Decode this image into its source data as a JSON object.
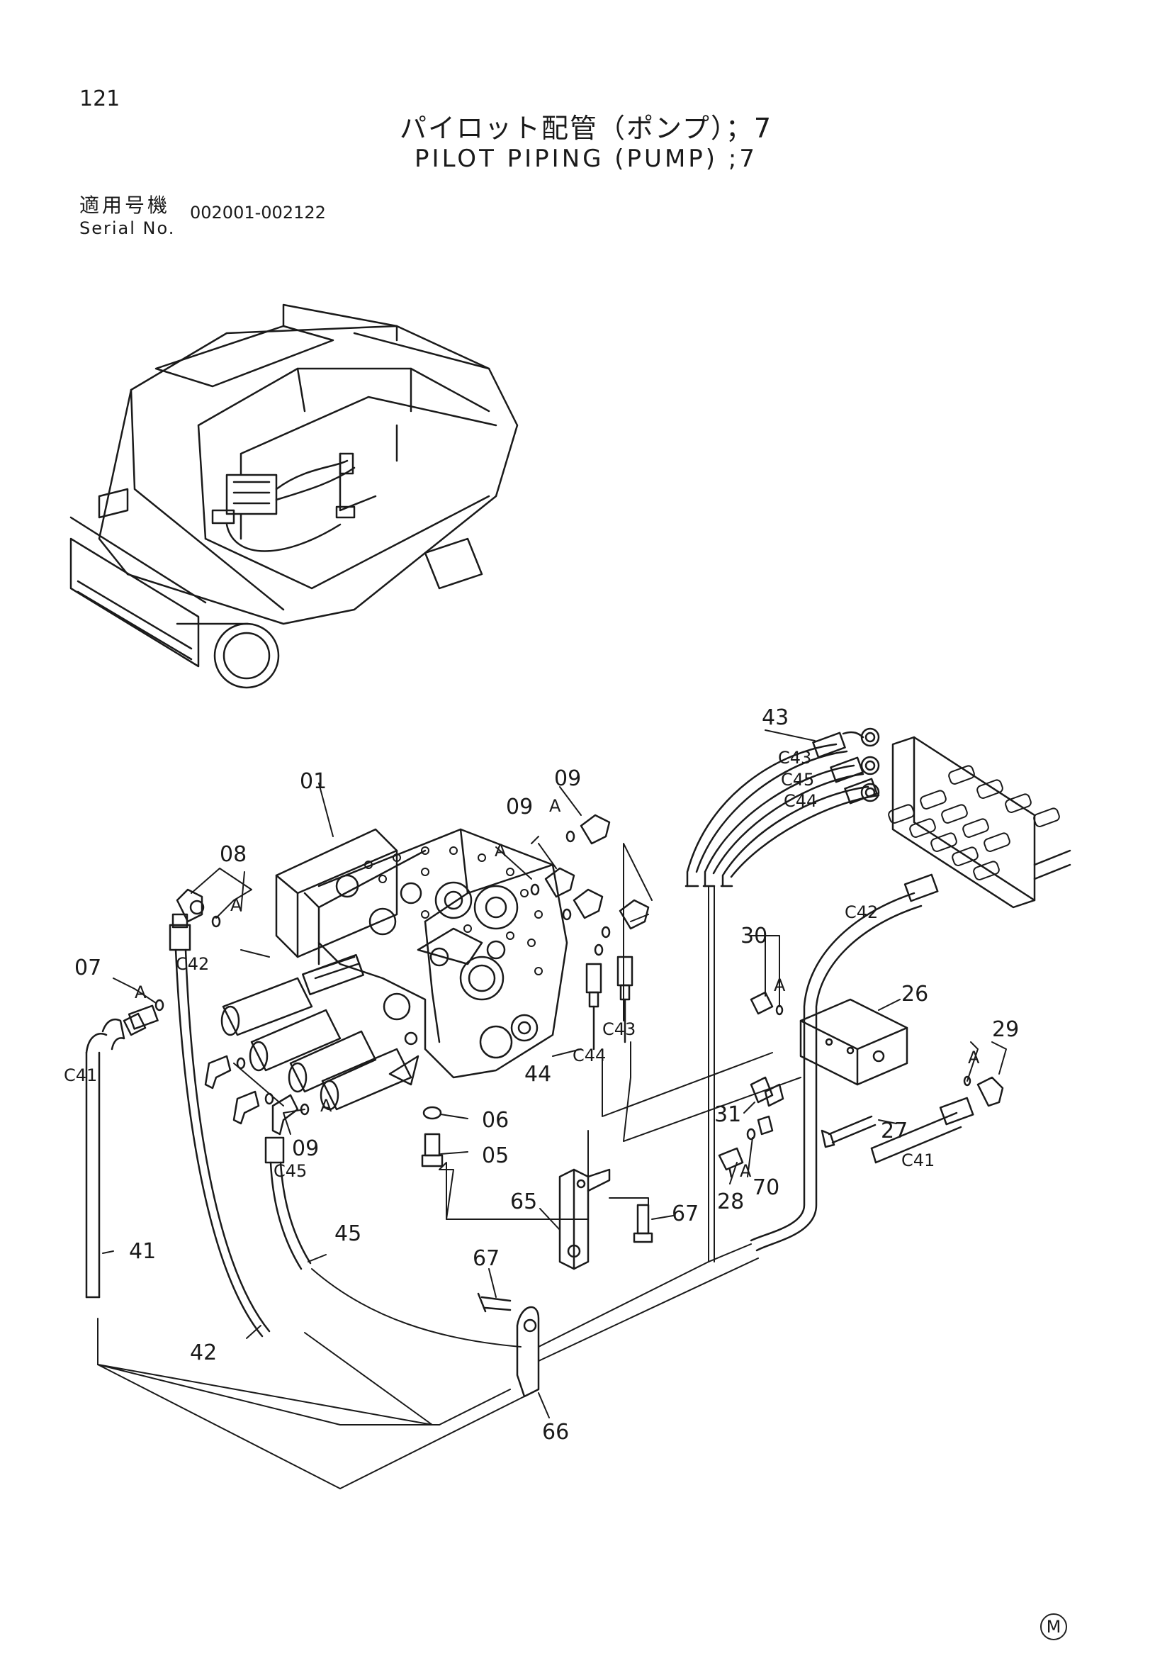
{
  "header": {
    "page_number": "121",
    "title_jp": "パイロット配管（ポンプ）；7",
    "title_en": "PILOT PIPING (PUMP) ;7",
    "serial_label_jp": "適用号機",
    "serial_label_en": "Serial No.",
    "serial_range": "002001-002122"
  },
  "callouts": [
    {
      "key": "01",
      "label": "01"
    },
    {
      "key": "05",
      "label": "05"
    },
    {
      "key": "06",
      "label": "06"
    },
    {
      "key": "07",
      "label": "07"
    },
    {
      "key": "08",
      "label": "08"
    },
    {
      "key": "09a",
      "label": "09"
    },
    {
      "key": "09b",
      "label": "09"
    },
    {
      "key": "09c",
      "label": "09"
    },
    {
      "key": "26",
      "label": "26"
    },
    {
      "key": "27",
      "label": "27"
    },
    {
      "key": "28",
      "label": "28"
    },
    {
      "key": "29",
      "label": "29"
    },
    {
      "key": "30",
      "label": "30"
    },
    {
      "key": "31",
      "label": "31"
    },
    {
      "key": "41",
      "label": "41"
    },
    {
      "key": "42",
      "label": "42"
    },
    {
      "key": "43",
      "label": "43"
    },
    {
      "key": "44",
      "label": "44"
    },
    {
      "key": "45",
      "label": "45"
    },
    {
      "key": "65",
      "label": "65"
    },
    {
      "key": "66",
      "label": "66"
    },
    {
      "key": "67a",
      "label": "67"
    },
    {
      "key": "67b",
      "label": "67"
    },
    {
      "key": "70",
      "label": "70"
    }
  ],
  "connection_marks": [
    {
      "key": "c43a",
      "label": "C43"
    },
    {
      "key": "c45a",
      "label": "C45"
    },
    {
      "key": "c44a",
      "label": "C44"
    },
    {
      "key": "c42a",
      "label": "C42"
    },
    {
      "key": "c42b",
      "label": "C42"
    },
    {
      "key": "c41a",
      "label": "C41"
    },
    {
      "key": "c41b",
      "label": "C41"
    },
    {
      "key": "c45b",
      "label": "C45"
    },
    {
      "key": "c44b",
      "label": "C44"
    },
    {
      "key": "c43b",
      "label": "C43"
    }
  ],
  "view_marks": [
    {
      "key": "a1",
      "label": "A"
    },
    {
      "key": "a2",
      "label": "A"
    },
    {
      "key": "a3",
      "label": "A"
    },
    {
      "key": "a4",
      "label": "A"
    },
    {
      "key": "a5",
      "label": "A"
    },
    {
      "key": "a6",
      "label": "A"
    },
    {
      "key": "a7",
      "label": "A"
    },
    {
      "key": "a8",
      "label": "A"
    }
  ],
  "maker_mark": "M"
}
